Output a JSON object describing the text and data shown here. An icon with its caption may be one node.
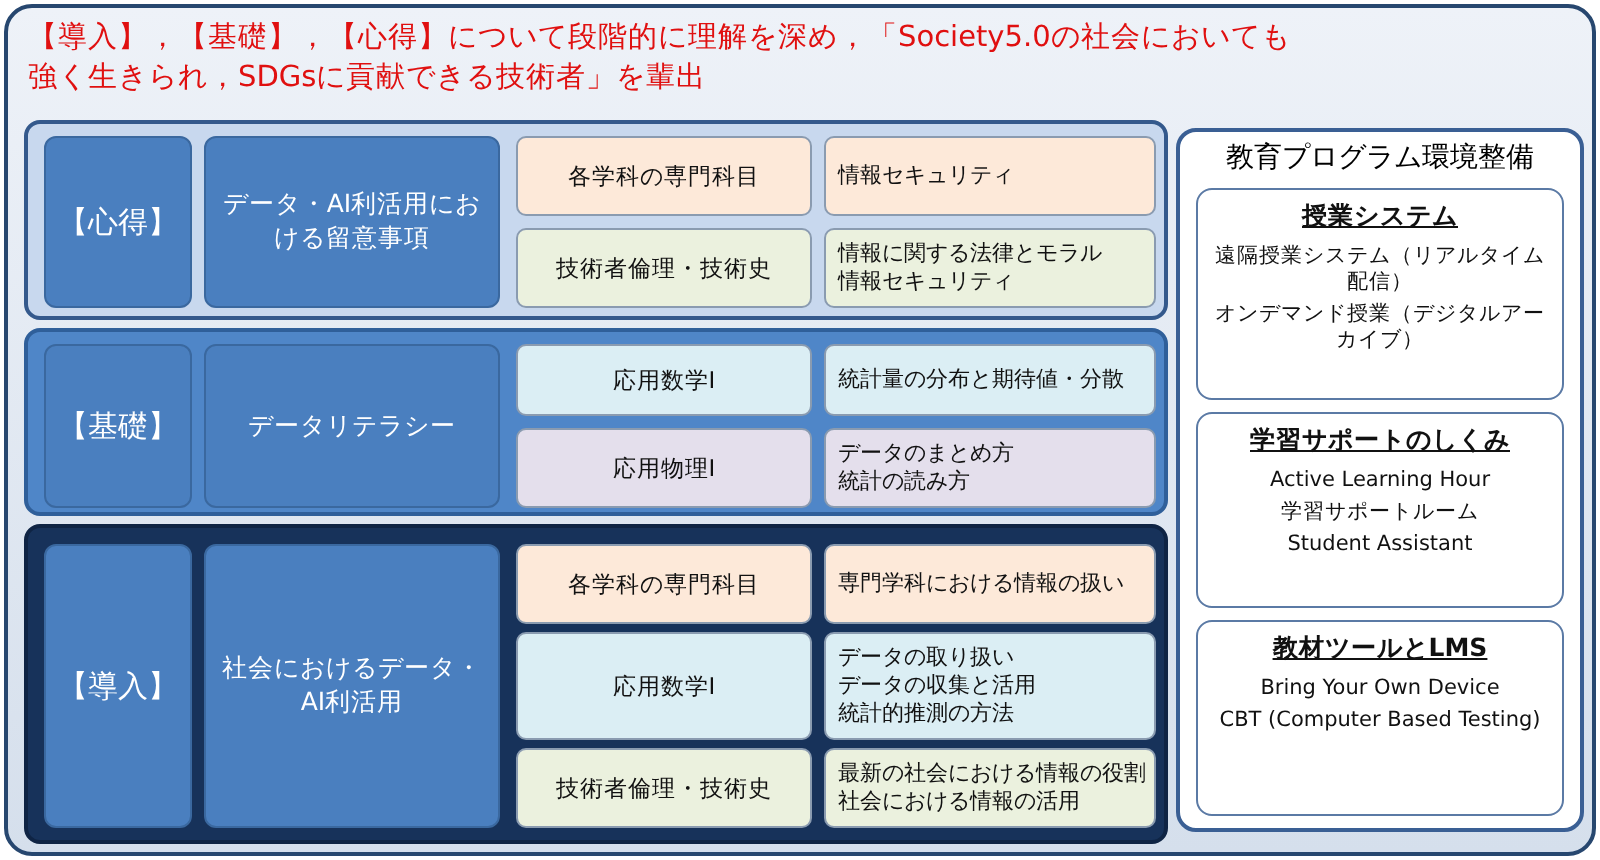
{
  "diagram": {
    "title": "【導入】，【基礎】，【心得】について段階的に理解を深め，「Society5.0の社会においても強く生きられ，SDGsに貢献できる技術者」を輩出",
    "nodes": [
      {
        "text": [],
        "shape": "band"
      },
      {
        "text": [
          "【心得】"
        ],
        "in": 0
      },
      {
        "text": [
          "データ・AI利活用における留意事項"
        ],
        "in": 0
      },
      {
        "text": [
          "各学科の専門科目"
        ],
        "in": 0
      },
      {
        "text": [
          "情報セキュリティ"
        ],
        "in": 0
      },
      {
        "text": [
          "技術者倫理・技術史"
        ],
        "in": 0
      },
      {
        "text": [
          "情報に関する法律とモラル",
          "情報セキュリティ"
        ],
        "in": 0
      },
      {
        "text": [],
        "shape": "band"
      },
      {
        "text": [
          "【基礎】"
        ],
        "in": 7
      },
      {
        "text": [
          "データリテラシー"
        ],
        "in": 7
      },
      {
        "text": [
          "応用数学Ⅰ"
        ],
        "in": 7
      },
      {
        "text": [
          "統計量の分布と期待値・分散"
        ],
        "in": 7
      },
      {
        "text": [
          "応用物理Ⅰ"
        ],
        "in": 7
      },
      {
        "text": [
          "データのまとめ方",
          "統計の読み方"
        ],
        "in": 7
      },
      {
        "text": [],
        "shape": "band"
      },
      {
        "text": [
          "【導入】"
        ],
        "in": 14
      },
      {
        "text": [
          "社会におけるデータ・AI利活用"
        ],
        "in": 14
      },
      {
        "text": [
          "各学科の専門科目"
        ],
        "in": 14
      },
      {
        "text": [
          "専門学科における情報の扱い"
        ],
        "in": 14
      },
      {
        "text": [
          "応用数学Ⅰ"
        ],
        "in": 14
      },
      {
        "text": [
          "データの取り扱い",
          "データの収集と活用",
          "統計的推測の方法"
        ],
        "in": 14
      },
      {
        "text": [
          "技術者倫理・技術史"
        ],
        "in": 14
      },
      {
        "text": [
          "最新の社会における情報の役割",
          "社会における情報の活用"
        ],
        "in": 14
      },
      {
        "text": [
          "教育プログラム環境整備"
        ]
      },
      {
        "text": [
          "授業システム",
          "遠隔授業システム（リアルタイム配信）",
          "オンデマンド授業（デジタルアーカイブ）"
        ],
        "in": 23
      },
      {
        "text": [
          "学習サポートのしくみ",
          "Active Learning Hour",
          "学習サポートルーム",
          "Student Assistant"
        ],
        "in": 23
      },
      {
        "text": [
          "教材ツールとLMS",
          "Bring Your Own Device",
          "CBT (Computer Based Testing)"
        ],
        "in": 23
      }
    ]
  }
}
